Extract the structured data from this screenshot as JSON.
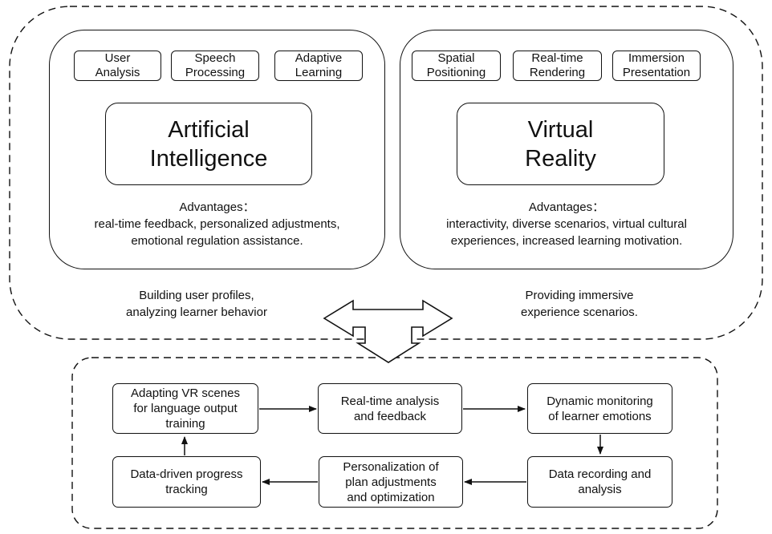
{
  "ai": {
    "tags": [
      {
        "lines": [
          "User",
          "Analysis"
        ]
      },
      {
        "lines": [
          "Speech",
          "Processing"
        ]
      },
      {
        "lines": [
          "Adaptive",
          "Learning"
        ]
      }
    ],
    "title_lines": [
      "Artificial",
      "Intelligence"
    ],
    "advantages_lines": [
      "Advantages：",
      "real-time feedback, personalized adjustments,",
      "emotional regulation assistance."
    ],
    "note_lines": [
      "Building user profiles,",
      "analyzing learner behavior"
    ]
  },
  "vr": {
    "tags": [
      {
        "lines": [
          "Spatial",
          "Positioning"
        ]
      },
      {
        "lines": [
          "Real-time",
          "Rendering"
        ]
      },
      {
        "lines": [
          "Immersion",
          "Presentation"
        ]
      }
    ],
    "title_lines": [
      "Virtual",
      "Reality"
    ],
    "advantages_lines": [
      "Advantages：",
      "interactivity, diverse scenarios, virtual cultural",
      "experiences, increased learning motivation."
    ],
    "note_lines": [
      "Providing immersive",
      "experience scenarios."
    ]
  },
  "cycle": {
    "steps": [
      {
        "lines": [
          "Adapting VR scenes",
          "for language output",
          "training"
        ]
      },
      {
        "lines": [
          "Real-time analysis",
          "and feedback"
        ]
      },
      {
        "lines": [
          "Dynamic monitoring",
          "of learner emotions"
        ]
      },
      {
        "lines": [
          "Data recording and",
          "analysis"
        ]
      },
      {
        "lines": [
          "Personalization of",
          "plan adjustments",
          "and optimization"
        ]
      },
      {
        "lines": [
          "Data-driven progress",
          "tracking"
        ]
      }
    ]
  }
}
